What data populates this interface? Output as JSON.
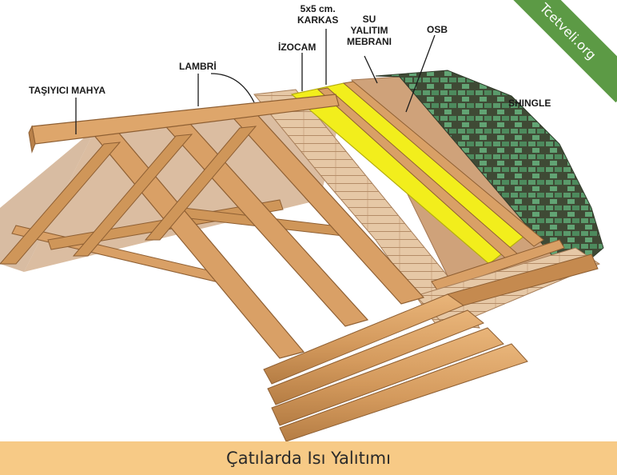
{
  "labels": {
    "tasiyici_mahya": "TAŞIYICI MAHYA",
    "lambri": "LAMBRİ",
    "izocam": "İZOCAM",
    "karkas_line1": "5x5 cm.",
    "karkas_line2": "KARKAS",
    "su_yalitim_line1": "SU",
    "su_yalitim_line2": "YALITIM",
    "su_yalitim_line3": "MEBRANI",
    "osb": "OSB",
    "shingle": "SHINGLE"
  },
  "caption": "Çatılarda Isı Yalıtımı",
  "watermark": "Tcetveli.org",
  "colors": {
    "wood": "#d9a066",
    "wood_dark": "#b9814a",
    "lambri": "#e3c3a1",
    "insulation_yellow": "#f2ee1c",
    "osb": "#cfa27a",
    "shingle_green": "#4f8a5f",
    "shingle_dark": "#3a4a33",
    "caption_bg": "#f7ca86",
    "watermark_bg": "#5c9a45"
  }
}
